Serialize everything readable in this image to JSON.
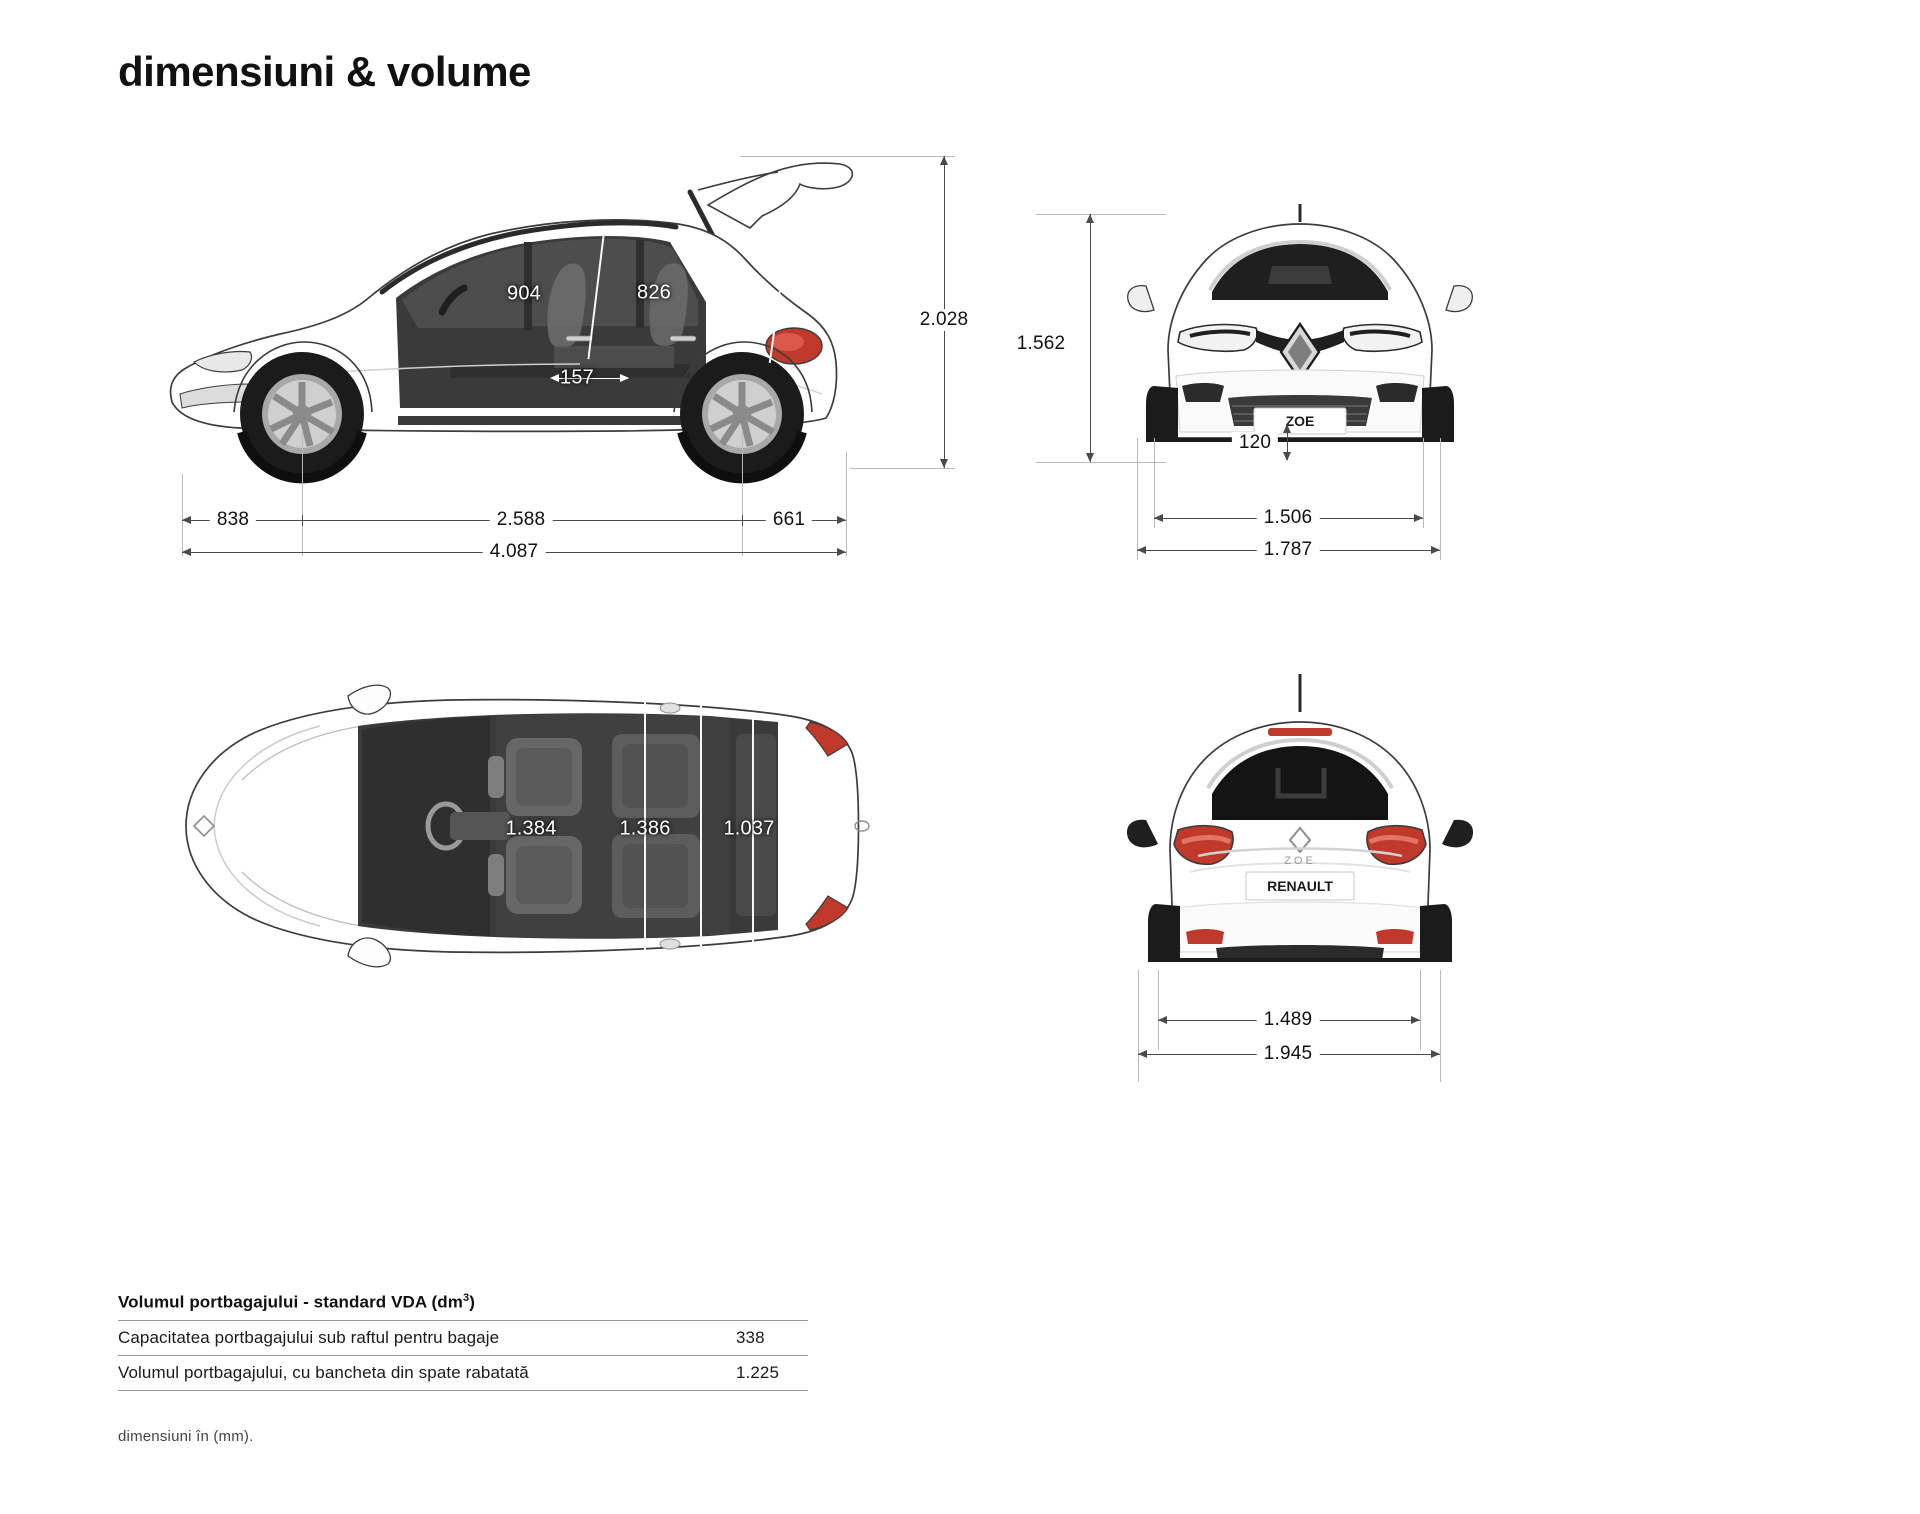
{
  "title": "dimensiuni & volume",
  "footnote": "dimensiuni în (mm).",
  "side_view": {
    "name": "side-view",
    "interior": {
      "headroom_front": "904",
      "headroom_rear": "826",
      "knee_room": "157"
    },
    "height_overall": "2.028",
    "front_overhang": "838",
    "wheelbase": "2.588",
    "rear_overhang": "661",
    "length_overall": "4.087"
  },
  "front_view": {
    "name": "front-view",
    "height": "1.562",
    "ground_clearance": "120",
    "track_front": "1.506",
    "width_overall": "1.787",
    "badge": "ZOE"
  },
  "top_view": {
    "name": "top-view",
    "shoulder_front": "1.384",
    "shoulder_rear": "1.386",
    "elbow_rear": "1.037"
  },
  "rear_view": {
    "name": "rear-view",
    "track_rear": "1.489",
    "width_mirrors": "1.945",
    "plate": "RENAULT",
    "badge": "ZOE"
  },
  "volume_table": {
    "heading_prefix": "Volumul portbagajului - standard VDA (dm",
    "heading_sup": "3",
    "heading_suffix": ")",
    "rows": [
      {
        "label": "Capacitatea portbagajului sub raftul pentru bagaje",
        "value": "338"
      },
      {
        "label": "Volumul portbagajului, cu bancheta din spate rabatată",
        "value": "1.225"
      }
    ]
  },
  "colors": {
    "body": "#ffffff",
    "outline": "#3c3c3c",
    "glass": "#2b2b2b",
    "interior": "#3a3a3a",
    "tail_light": "#c0392b",
    "dim_line": "#4a4a4a",
    "ext_line": "#b9b9b9"
  }
}
